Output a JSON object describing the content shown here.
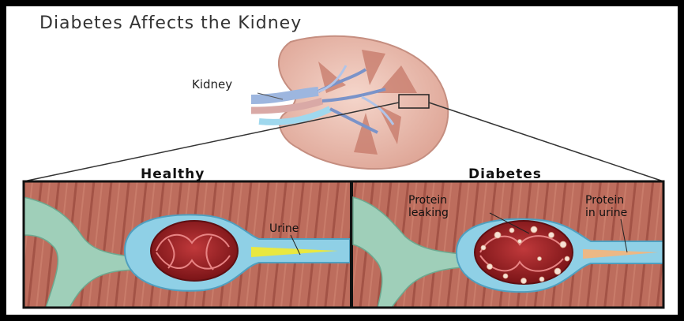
{
  "title": "Diabetes Affects the Kidney",
  "labels": {
    "kidney": "Kidney",
    "healthy": "Healthy",
    "diabetes": "Diabetes",
    "urine": "Urine",
    "protein_leaking": [
      "Protein",
      "leaking"
    ],
    "protein_in_urine": [
      "Protein",
      "in urine"
    ]
  },
  "colors": {
    "tissue": "#b8695a",
    "tissue_stripe": "#8f3f36",
    "vessel": "#8fd0e6",
    "vessel_dark": "#4f9fbf",
    "green_vessel": "#9fcfb9",
    "glomerulus": "#9d1f23",
    "urine": "#f3ea2d",
    "protein": "#f6b57a"
  }
}
